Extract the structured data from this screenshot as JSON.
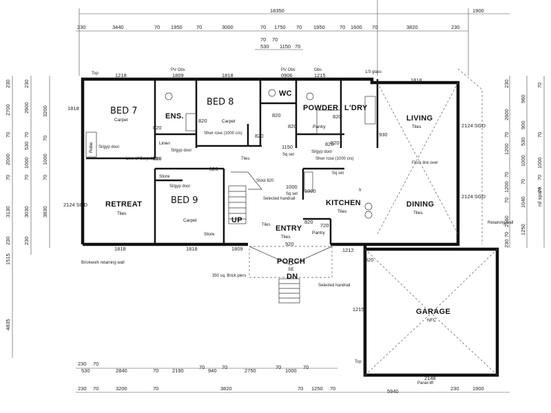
{
  "rooms": {
    "bed7": "BED 7",
    "bed7_floor": "Carpet",
    "ens": "ENS.",
    "bed8": "BED 8",
    "bed8_floor": "Carpet",
    "wc": "WC",
    "powder": "POWDER",
    "ldry": "L'DRY",
    "living": "LIVING",
    "living_floor": "Tiles",
    "retreat": "RETREAT",
    "retreat_floor": "Tiles",
    "bed9": "BED 9",
    "bed9_floor": "Carpet",
    "kitchen": "KITCHEN",
    "kitchen_floor": "Tiles",
    "dining": "DINING",
    "dining_floor": "Tiles",
    "entry": "ENTRY",
    "entry_floor": "Tiles",
    "porch": "PORCH",
    "porch_floor": "SE",
    "garage": "GARAGE",
    "garage_floor": "NFC",
    "linen": "Linen",
    "store1": "Store",
    "store2": "Store",
    "pantry": "Pantry",
    "pantry2": "Pantry",
    "robe": "Robe",
    "up": "UP",
    "dn": "DN"
  },
  "notes": {
    "tiles": "Tiles",
    "hall_tiles": "Tiles",
    "shower1": "Shwr rose (1000 crs)",
    "shower2": "Shwr rose (1000 crs)",
    "carpet_line": "Line of Carpet/tiles",
    "sl_gyp1": "Sl/gyp door",
    "sl_gyp2": "Sl/gyp door",
    "sl_gyp3": "Sl/gyp door",
    "sl_gyp4": "Sl/gyp door",
    "floor_line": "Floor line over",
    "handrail1": "Selected handrail",
    "handrail2": "Selected handrail",
    "brick_wall": "Brickwork retaining wall",
    "retaining_wall": "Retaining wall",
    "brick_piers": "350 sq. Brick piers",
    "panel_lift": "Panel-lift",
    "pv_obs1": "PV Obs",
    "pv_obs2": "PV Obs",
    "obs": "Obs",
    "glass": "1/3 glass",
    "sq_set1": "Sq set",
    "sq_set2": "Sq set",
    "sq_set3": "Sq set",
    "stool_820": "Stool 820",
    "fr": "fr",
    "top1": "Top",
    "top2": "Top",
    "sgd1": "2124 SGD",
    "sgd2": "2124 SGD",
    "sgd3": "2124 SGD",
    "gd": "2148"
  },
  "top_dims": {
    "total": "18350",
    "extra": "1900",
    "row1": [
      "230",
      "3440",
      "70",
      "1950",
      "70",
      "3000",
      "70",
      "1750",
      "70",
      "1950",
      "70",
      "1600",
      "70",
      "3820",
      "230"
    ],
    "row2": [
      "70",
      "70"
    ],
    "row3": [
      "530",
      "1150",
      "70"
    ]
  },
  "window_dims": {
    "w1": "1218",
    "w2": "1809",
    "w3": "1818",
    "w4": "0906",
    "w5": "1215",
    "w6": "1818",
    "b1": "1818",
    "b2": "1818",
    "b3": "1809",
    "b4": "1212"
  },
  "door_dims": [
    "820",
    "820",
    "820",
    "820",
    "820",
    "820",
    "820",
    "820",
    "820",
    "820",
    "920",
    "720",
    "930",
    "820",
    "1215",
    "1150",
    "1000",
    "820",
    "1000"
  ],
  "bottom_dims": {
    "row1": [
      "230",
      "70",
      "2840",
      "70",
      "2190",
      "70",
      "940",
      "70",
      "2750",
      "70",
      "1000",
      "70"
    ],
    "row1b": [
      "530"
    ],
    "row2": [
      "230",
      "70",
      "3200",
      "70",
      "3820",
      "70",
      "1250",
      "70",
      "5940",
      "230",
      "1900"
    ]
  },
  "left_dims": {
    "outer": [
      "230",
      "2700",
      "70",
      "2000",
      "70",
      "3130",
      "230",
      "1515",
      "4835"
    ],
    "mid": [
      "230",
      "2600",
      "70",
      "530",
      "1000",
      "70",
      "3030",
      "230"
    ],
    "inner": [
      "3200",
      "70",
      "1000",
      "70",
      "3830"
    ],
    "extra": [
      "1818"
    ]
  },
  "right_dims": {
    "outer": [
      "230",
      "2600",
      "70",
      "1200",
      "70",
      "1200",
      "70",
      "2560",
      "70",
      "230"
    ],
    "mid": [
      "960",
      "900",
      "1000",
      "530",
      "70",
      "1040",
      "1250"
    ],
    "inner": [
      "70",
      "70",
      "1000",
      "70",
      "70",
      "nil spare"
    ]
  }
}
